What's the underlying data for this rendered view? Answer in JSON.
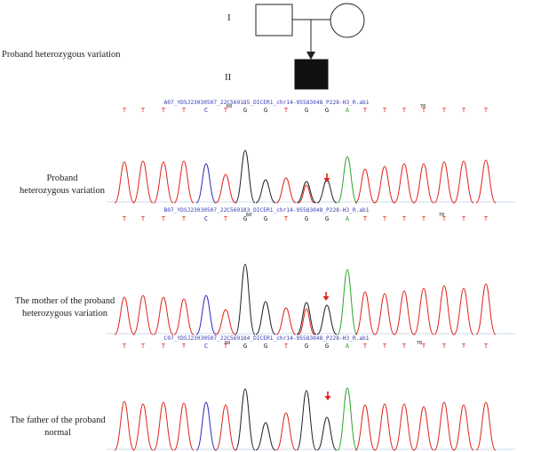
{
  "pedigree": {
    "generation_1": "I",
    "generation_2": "II",
    "side_label": "Proband heterozygous variation"
  },
  "colors": {
    "A": "#2aa52a",
    "C": "#2a2ab8",
    "G": "#202020",
    "T": "#e0231a",
    "arrow": "#e0231a",
    "filename": "#3a3ab8"
  },
  "bases": [
    "T",
    "T",
    "T",
    "T",
    "C",
    "T",
    "G",
    "G",
    "T",
    "G",
    "G",
    "A",
    "T",
    "T",
    "T",
    "T",
    "T",
    "T",
    "T"
  ],
  "panels": [
    {
      "filename": "A07_YDSJ23030507_22C569185_DICER1_chr14-95583048_P228-H3_R.ab1",
      "marker_60": "60",
      "marker_70": "70",
      "label_lines": [
        "Proband",
        "heterozygous variation"
      ]
    },
    {
      "filename": "B07_YDSJ23030507_22C569183_DICER1_chr14-95583048_P228-H3_R.ab1",
      "marker_60": "60",
      "marker_70": "70",
      "label_lines": [
        "The mother of the proband",
        "heterozygous variation"
      ]
    },
    {
      "filename": "C07_YDSJ23030507_22C569184_DICER1_chr14-95583048_P228-H3_R.ab1",
      "marker_60": "60",
      "marker_70": "70",
      "label_lines": [
        "The father of the proband",
        "normal"
      ]
    }
  ]
}
